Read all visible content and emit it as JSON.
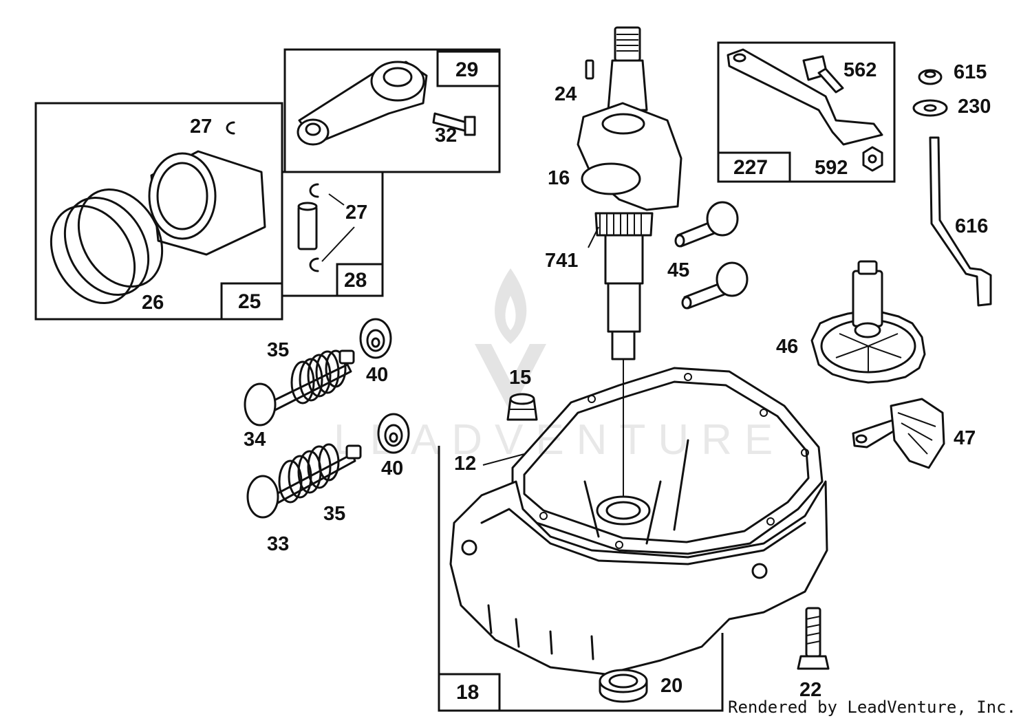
{
  "labels": {
    "l12": "12",
    "l15": "15",
    "l16": "16",
    "l18": "18",
    "l20": "20",
    "l22": "22",
    "l24": "24",
    "l25": "25",
    "l26": "26",
    "l27a": "27",
    "l27b": "27",
    "l28": "28",
    "l29": "29",
    "l32": "32",
    "l33": "33",
    "l34": "34",
    "l35a": "35",
    "l35b": "35",
    "l40a": "40",
    "l40b": "40",
    "l45": "45",
    "l46": "46",
    "l47": "47",
    "l227": "227",
    "l230": "230",
    "l562": "562",
    "l592": "592",
    "l615": "615",
    "l616": "616",
    "l741": "741"
  },
  "watermark": "LEADVENTURE",
  "credit": "Rendered by LeadVenture, Inc.",
  "colors": {
    "ink": "#111111",
    "watermark": "#e4e4e4",
    "background": "#ffffff"
  }
}
